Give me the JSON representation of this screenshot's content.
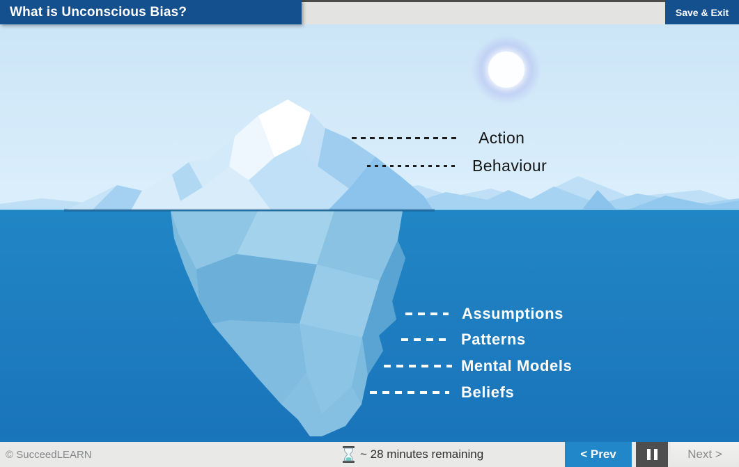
{
  "header": {
    "title": "What is Unconscious Bias?",
    "save_exit_label": "Save & Exit"
  },
  "scene": {
    "above_water_labels": [
      {
        "text": "Action"
      },
      {
        "text": "Behaviour"
      }
    ],
    "below_water_labels": [
      {
        "text": "Assumptions"
      },
      {
        "text": "Patterns"
      },
      {
        "text": "Mental Models"
      },
      {
        "text": "Beliefs"
      }
    ],
    "colors": {
      "sky": "#cfe8f8",
      "water": "#1e81c0",
      "iceberg_above": "#ddeffb",
      "iceberg_below": "#7cbade",
      "above_label_color": "#141414",
      "below_label_color": "#ffffff"
    }
  },
  "footer": {
    "copyright": "© SucceedLEARN",
    "time_remaining": "~ 28 minutes remaining",
    "prev_label": "< Prev",
    "next_label": "Next >"
  },
  "colors": {
    "header_blue": "#15508e",
    "accent_bar": "#1a76bb",
    "prev_button_blue": "#2187c8",
    "pause_button_gray": "#4e4e4e"
  }
}
